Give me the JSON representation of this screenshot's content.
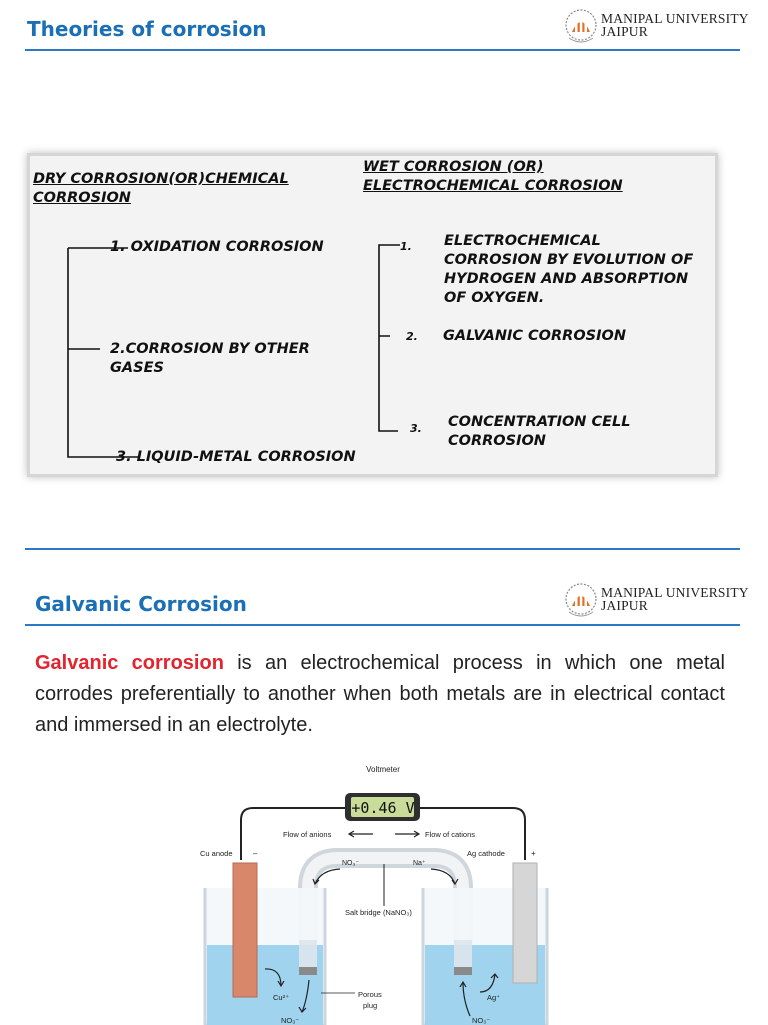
{
  "slide1": {
    "title": "Theories of corrosion",
    "logo": {
      "line1": "MANIPAL UNIVERSITY",
      "line2": "JAIPUR"
    },
    "dry": {
      "heading_line1": "DRY CORROSION(OR)CHEMICAL",
      "heading_line2": "CORROSION",
      "items": [
        "1. OXIDATION CORROSION",
        "2.CORROSION BY OTHER",
        "GASES",
        "3. LIQUID-METAL CORROSION"
      ]
    },
    "wet": {
      "heading_line1": "WET CORROSION (OR)",
      "heading_line2": "ELECTROCHEMICAL CORROSION",
      "item1_num": "1.",
      "item1_lines": [
        "ELECTROCHEMICAL",
        "CORROSION BY EVOLUTION OF",
        "HYDROGEN AND ABSORPTION",
        "OF OXYGEN."
      ],
      "item2_num": "2.",
      "item2": "GALVANIC CORROSION",
      "item3_num": "3.",
      "item3_lines": [
        "CONCENTRATION  CELL",
        "CORROSION"
      ]
    }
  },
  "slide2": {
    "title": "Galvanic Corrosion",
    "logo": {
      "line1": "MANIPAL UNIVERSITY",
      "line2": "JAIPUR"
    },
    "term": "Galvanic corrosion",
    "definition": "is an electrochemical process in which one metal corrodes preferentially to another when both metals are in electrical contact and immersed in an electrolyte.",
    "diagram": {
      "voltmeter": "Voltmeter",
      "reading": "+0.46 V",
      "flow_anions": "Flow of anions",
      "flow_cations": "Flow of cations",
      "cu_anode": "Cu anode",
      "minus": "–",
      "ag_cathode": "Ag cathode",
      "plus": "+",
      "no3_bridge": "NO₃⁻",
      "na_bridge": "Na⁺",
      "salt_bridge": "Salt bridge (NaNO₃)",
      "cu_ion": "Cu²⁺",
      "no3_left": "NO₃⁻",
      "porous_plug_1": "Porous",
      "porous_plug_2": "plug",
      "ag_ion": "Ag⁺",
      "no3_right": "NO₃⁻"
    }
  },
  "colors": {
    "title_blue": "#1a6fb5",
    "rule_blue": "#2b78c5",
    "term_red": "#e3232d",
    "logo_orange": "#e0722a",
    "solution_blue": "#9fd3ee"
  }
}
